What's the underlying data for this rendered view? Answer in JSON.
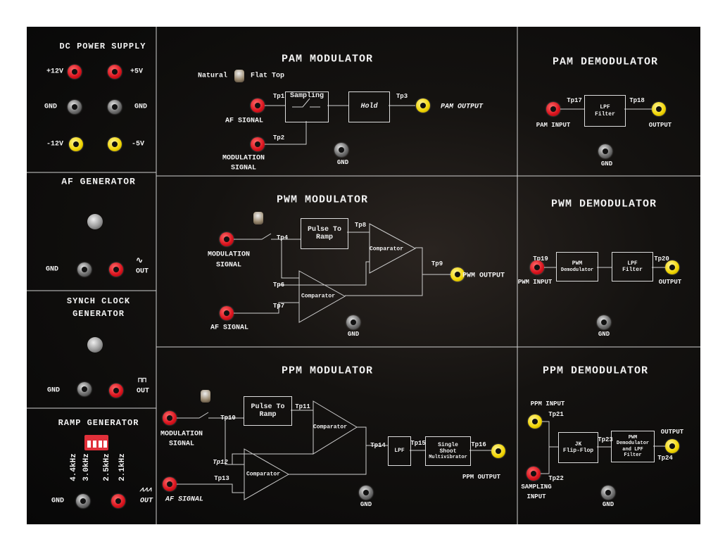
{
  "dc_power": {
    "title": "DC POWER SUPPLY",
    "p12": "+12V",
    "p5": "+5V",
    "gnd1": "GND",
    "gnd2": "GND",
    "m12": "-12V",
    "m5": "-5V"
  },
  "af_gen": {
    "title": "AF GENERATOR",
    "gnd": "GND",
    "out": "OUT"
  },
  "synch": {
    "title1": "SYNCH CLOCK",
    "title2": "GENERATOR",
    "gnd": "GND",
    "out": "OUT"
  },
  "ramp": {
    "title": "RAMP GENERATOR",
    "freqs": [
      "4.4kHz",
      "3.0kHz",
      "2.5kHz",
      "2.1kHz"
    ],
    "gnd": "GND",
    "out": "OUT"
  },
  "pam_mod": {
    "title": "PAM MODULATOR",
    "natural": "Natural",
    "flat_top": "Flat Top",
    "af_signal": "AF SIGNAL",
    "mod1": "MODULATION",
    "mod2": "SIGNAL",
    "sampling": "Sampling",
    "hold": "Hold",
    "output": "PAM OUTPUT",
    "gnd": "GND",
    "tp": [
      "Tp1",
      "Tp2",
      "Tp3"
    ]
  },
  "pwm_mod": {
    "title": "PWM MODULATOR",
    "mod1": "MODULATION",
    "mod2": "SIGNAL",
    "af_signal": "AF SIGNAL",
    "pulse1": "Pulse To",
    "pulse2": "Ramp",
    "comparator": "Comparator",
    "output": "PWM OUTPUT",
    "gnd": "GND",
    "tp": [
      "Tp4",
      "Tp6",
      "Tp7",
      "Tp8",
      "Tp9"
    ]
  },
  "ppm_mod": {
    "title": "PPM MODULATOR",
    "mod1": "MODULATION",
    "mod2": "SIGNAL",
    "af_signal": "AF SIGNAL",
    "pulse1": "Pulse To",
    "pulse2": "Ramp",
    "comparator": "Comparator",
    "lpf": "LPF",
    "ss1": "Single",
    "ss2": "Shoot",
    "ss3": "Multivibrator",
    "output": "PPM OUTPUT",
    "gnd": "GND",
    "tp": [
      "Tp10",
      "Tp11",
      "Tp12",
      "Tp13",
      "Tp14",
      "Tp15",
      "Tp16"
    ]
  },
  "pam_demod": {
    "title": "PAM DEMODULATOR",
    "input": "PAM INPUT",
    "lpf1": "LPF",
    "lpf2": "Filter",
    "output": "OUTPUT",
    "gnd": "GND",
    "tp": [
      "Tp17",
      "Tp18"
    ]
  },
  "pwm_demod": {
    "title": "PWM DEMODULATOR",
    "input": "PWM INPUT",
    "dem1": "PWM",
    "dem2": "Demodulator",
    "lpf1": "LPF",
    "lpf2": "Filter",
    "output": "OUTPUT",
    "gnd": "GND",
    "tp": [
      "Tp19",
      "Tp20"
    ]
  },
  "ppm_demod": {
    "title": "PPM DEMODULATOR",
    "input": "PPM INPUT",
    "jk1": "JK",
    "jk2": "Flip-Flop",
    "dem1": "PWM",
    "dem2": "Demodulator",
    "dem3": "and LPF",
    "dem4": "Filter",
    "output": "OUTPUT",
    "samp1": "SAMPLING",
    "samp2": "INPUT",
    "gnd": "GND",
    "tp": [
      "Tp21",
      "Tp22",
      "Tp23",
      "Tp24"
    ]
  },
  "colors": {
    "red_jack": "#d8121c",
    "yellow_jack": "#f0d400",
    "board": "#0a0a0a",
    "line": "#dddddd"
  }
}
